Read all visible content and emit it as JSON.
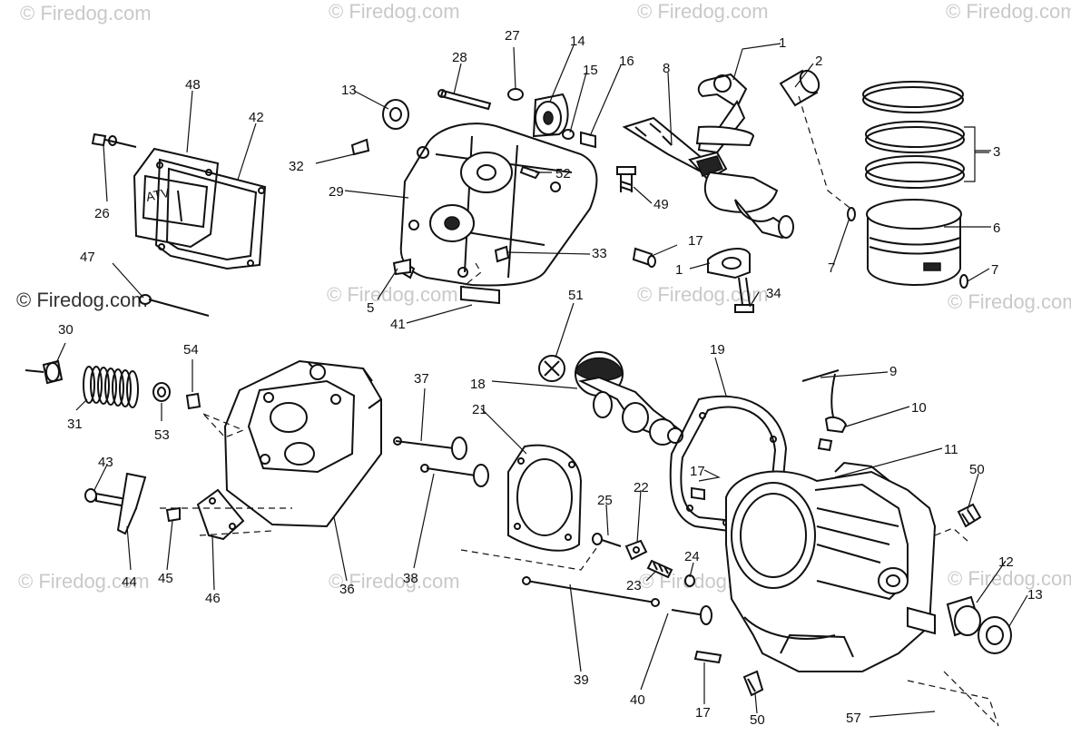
{
  "watermarks": {
    "text": "Firedog.com",
    "prefixed": "© Firedog.com"
  },
  "callouts": [
    {
      "id": "c1a",
      "label": "1"
    },
    {
      "id": "c2",
      "label": "2"
    },
    {
      "id": "c3",
      "label": "3"
    },
    {
      "id": "c6",
      "label": "6"
    },
    {
      "id": "c7a",
      "label": "7"
    },
    {
      "id": "c7b",
      "label": "7"
    },
    {
      "id": "c8",
      "label": "8"
    },
    {
      "id": "c13a",
      "label": "13"
    },
    {
      "id": "c14",
      "label": "14"
    },
    {
      "id": "c15",
      "label": "15"
    },
    {
      "id": "c16",
      "label": "16"
    },
    {
      "id": "c27",
      "label": "27"
    },
    {
      "id": "c28",
      "label": "28"
    },
    {
      "id": "c48",
      "label": "48"
    },
    {
      "id": "c42",
      "label": "42"
    },
    {
      "id": "c26",
      "label": "26"
    },
    {
      "id": "c32",
      "label": "32"
    },
    {
      "id": "c29",
      "label": "29"
    },
    {
      "id": "c52",
      "label": "52"
    },
    {
      "id": "c49",
      "label": "49"
    },
    {
      "id": "c17a",
      "label": "17"
    },
    {
      "id": "c1b",
      "label": "1"
    },
    {
      "id": "c33",
      "label": "33"
    },
    {
      "id": "c34",
      "label": "34"
    },
    {
      "id": "c5",
      "label": "5"
    },
    {
      "id": "c41",
      "label": "41"
    },
    {
      "id": "c47",
      "label": "47"
    },
    {
      "id": "c51",
      "label": "51"
    },
    {
      "id": "c30",
      "label": "30"
    },
    {
      "id": "c54",
      "label": "54"
    },
    {
      "id": "c31",
      "label": "31"
    },
    {
      "id": "c53",
      "label": "53"
    },
    {
      "id": "c37",
      "label": "37"
    },
    {
      "id": "c18",
      "label": "18"
    },
    {
      "id": "c21",
      "label": "21"
    },
    {
      "id": "c19",
      "label": "19"
    },
    {
      "id": "c9",
      "label": "9"
    },
    {
      "id": "c10",
      "label": "10"
    },
    {
      "id": "c11",
      "label": "11"
    },
    {
      "id": "c17b",
      "label": "17"
    },
    {
      "id": "c50a",
      "label": "50"
    },
    {
      "id": "c43",
      "label": "43"
    },
    {
      "id": "c44",
      "label": "44"
    },
    {
      "id": "c45",
      "label": "45"
    },
    {
      "id": "c46",
      "label": "46"
    },
    {
      "id": "c36",
      "label": "36"
    },
    {
      "id": "c38",
      "label": "38"
    },
    {
      "id": "c25",
      "label": "25"
    },
    {
      "id": "c22",
      "label": "22"
    },
    {
      "id": "c23",
      "label": "23"
    },
    {
      "id": "c24",
      "label": "24"
    },
    {
      "id": "c12",
      "label": "12"
    },
    {
      "id": "c13b",
      "label": "13"
    },
    {
      "id": "c39",
      "label": "39"
    },
    {
      "id": "c40",
      "label": "40"
    },
    {
      "id": "c17c",
      "label": "17"
    },
    {
      "id": "c50b",
      "label": "50"
    },
    {
      "id": "c57",
      "label": "57"
    }
  ]
}
